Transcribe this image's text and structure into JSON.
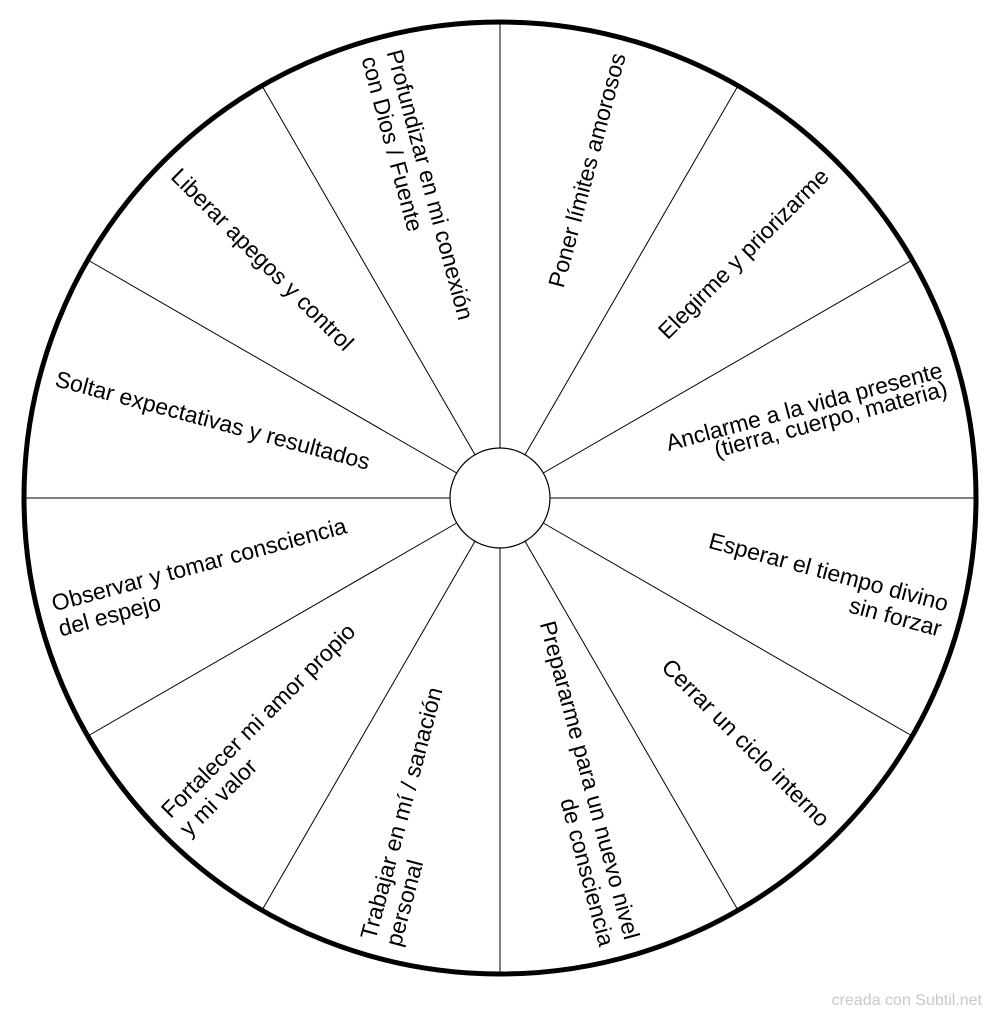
{
  "wheel": {
    "segments": [
      {
        "label": "Poner límites amorosos"
      },
      {
        "label": "Elegirme y priorizarme"
      },
      {
        "label": "Anclarme a la vida presente\n(tierra, cuerpo, materia)"
      },
      {
        "label": "Esperar el tiempo divino\nsin forzar"
      },
      {
        "label": "Cerrar un ciclo interno"
      },
      {
        "label": "Prepararme para un nuevo nivel\nde consciencia"
      },
      {
        "label": "Trabajar en mí / sanación\npersonal"
      },
      {
        "label": "Fortalecer mi amor propio\ny mi valor"
      },
      {
        "label": "Observar y tomar consciencia\ndel espejo"
      },
      {
        "label": "Soltar expectativas y resultados"
      },
      {
        "label": "Liberar apegos y control"
      },
      {
        "label": "Profundizar en mi conexión\ncon Dios / Fuente"
      }
    ]
  },
  "watermark": "creada con Subtil.net"
}
